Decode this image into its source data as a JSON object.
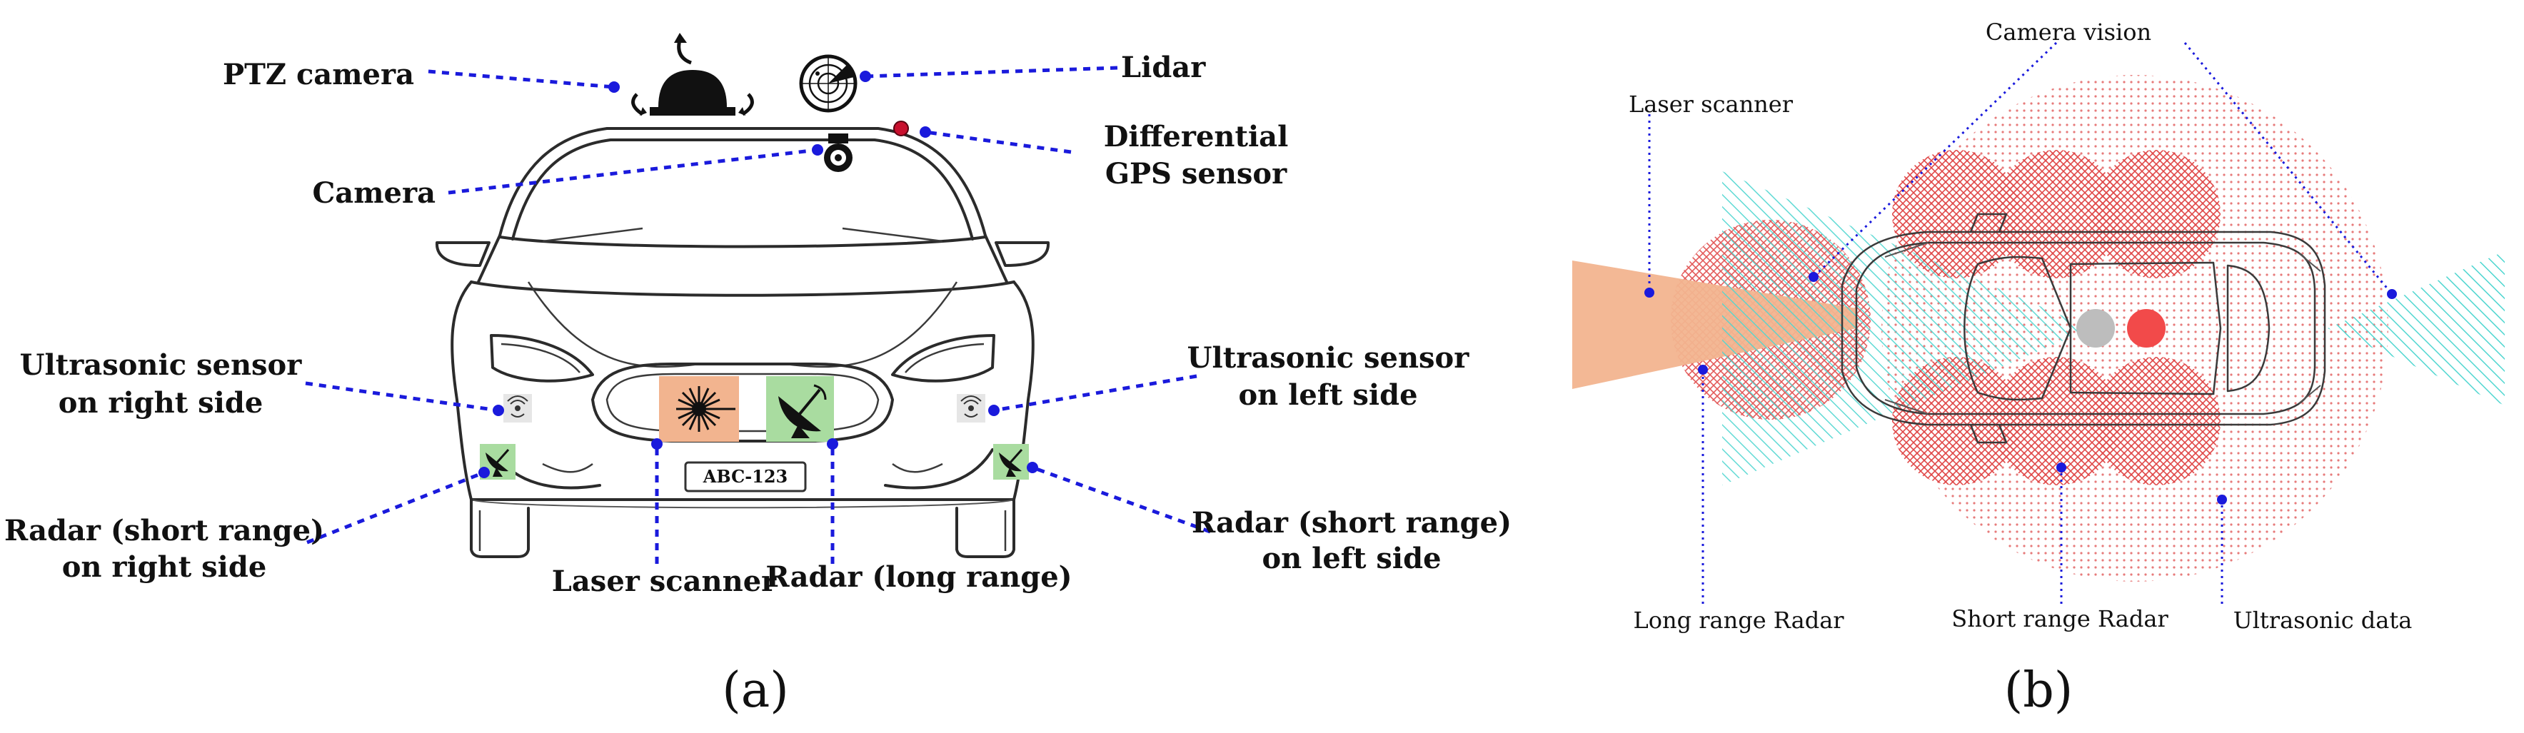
{
  "panel_a": {
    "caption": "(a)",
    "labels": {
      "ptz_camera": "PTZ camera",
      "lidar": "Lidar",
      "camera": "Camera",
      "dgps_line1": "Differential",
      "dgps_line2": "GPS sensor",
      "us_right_line1": "Ultrasonic sensor",
      "us_right_line2": "on right side",
      "us_left_line1": "Ultrasonic sensor",
      "us_left_line2": "on left side",
      "radar_right_line1": "Radar (short range)",
      "radar_right_line2": "on right  side",
      "radar_left_line1": "Radar (short range)",
      "radar_left_line2": "on left side",
      "laser_scanner": "Laser scanner",
      "radar_long": "Radar (long range)"
    },
    "license_plate": "ABC-123"
  },
  "panel_b": {
    "caption": "(b)",
    "labels": {
      "camera_vision": "Camera vision",
      "laser_scanner": "Laser scanner",
      "long_range_radar": "Long range Radar",
      "short_range_radar": "Short range Radar",
      "ultrasonic_data": "Ultrasonic data"
    }
  },
  "colors": {
    "leader": "#1a1adc",
    "laser_fill": "#f2b48f",
    "radar_fill": "#a9dca0",
    "camera_hatch": "#4fd6d0",
    "radar_dots": "#e04848",
    "gps_red": "#c8102e"
  }
}
